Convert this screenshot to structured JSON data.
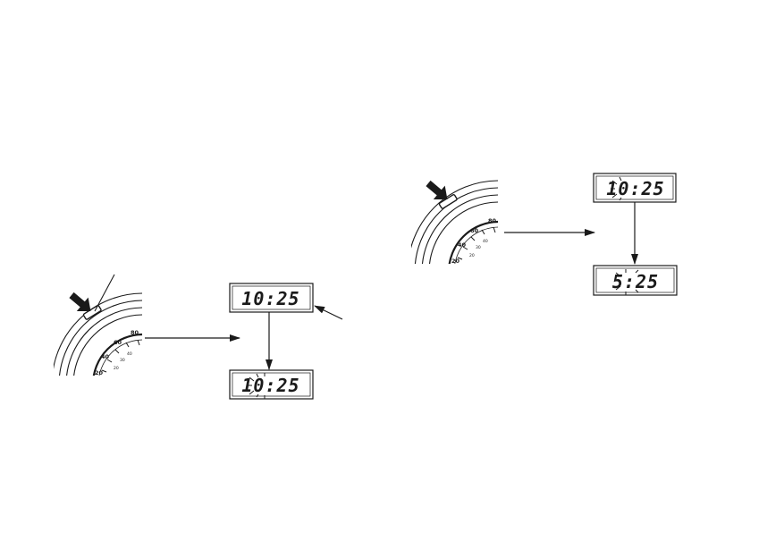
{
  "colors": {
    "ink": "#1a1a1a",
    "display_bg": "#ffffff"
  },
  "left_panel": {
    "gauge": {
      "ticks_major": [
        "80",
        "60",
        "40",
        "20"
      ],
      "ticks_minor": [
        "40",
        "30",
        "20"
      ]
    },
    "display_top": "10:25",
    "display_bottom": "10:25"
  },
  "right_panel": {
    "gauge": {
      "ticks_major": [
        "80",
        "60",
        "40",
        "20"
      ],
      "ticks_minor": [
        "40",
        "30",
        "20"
      ]
    },
    "display_top": "10:25",
    "display_bottom": "5:25"
  }
}
